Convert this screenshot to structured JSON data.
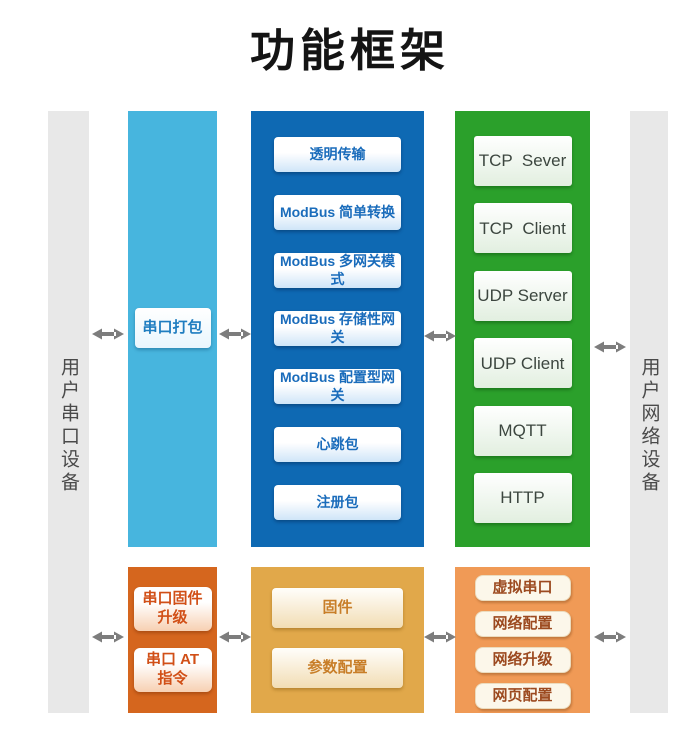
{
  "title": "功能框架",
  "side_bars": {
    "left_label": "用户串口设备",
    "right_label": "用户网络设备"
  },
  "columns": {
    "serial_pack": {
      "buttons": [
        "串口打包"
      ]
    },
    "core": {
      "buttons": [
        "透明传输",
        "ModBus 简单转换",
        "ModBus 多网关模式",
        "ModBus 存储性网关",
        "ModBus 配置型网关",
        "心跳包",
        "注册包"
      ]
    },
    "net_protocols": {
      "buttons": [
        "TCP  Sever",
        "TCP  Client",
        "UDP Server",
        "UDP Client",
        "MQTT",
        "HTTP"
      ]
    },
    "serial_maintain": {
      "buttons": [
        "串口固件\n升级",
        "串口 AT\n指令"
      ]
    },
    "firmware": {
      "buttons": [
        "固件",
        "参数配置"
      ]
    },
    "net_maintain": {
      "buttons": [
        "虚拟串口",
        "网络配置",
        "网络升级",
        "网页配置"
      ]
    }
  },
  "colors": {
    "cyan_column": "#47b5de",
    "blue_column": "#0e69b3",
    "green_column": "#2ba02b",
    "orange_column": "#d5661e",
    "gold_column": "#e1a84a",
    "light_orange_column": "#f09a56",
    "side_bar_gray": "#e8e8e8",
    "arrow_gray": "#7d7d7d",
    "title_text": "#141414"
  }
}
